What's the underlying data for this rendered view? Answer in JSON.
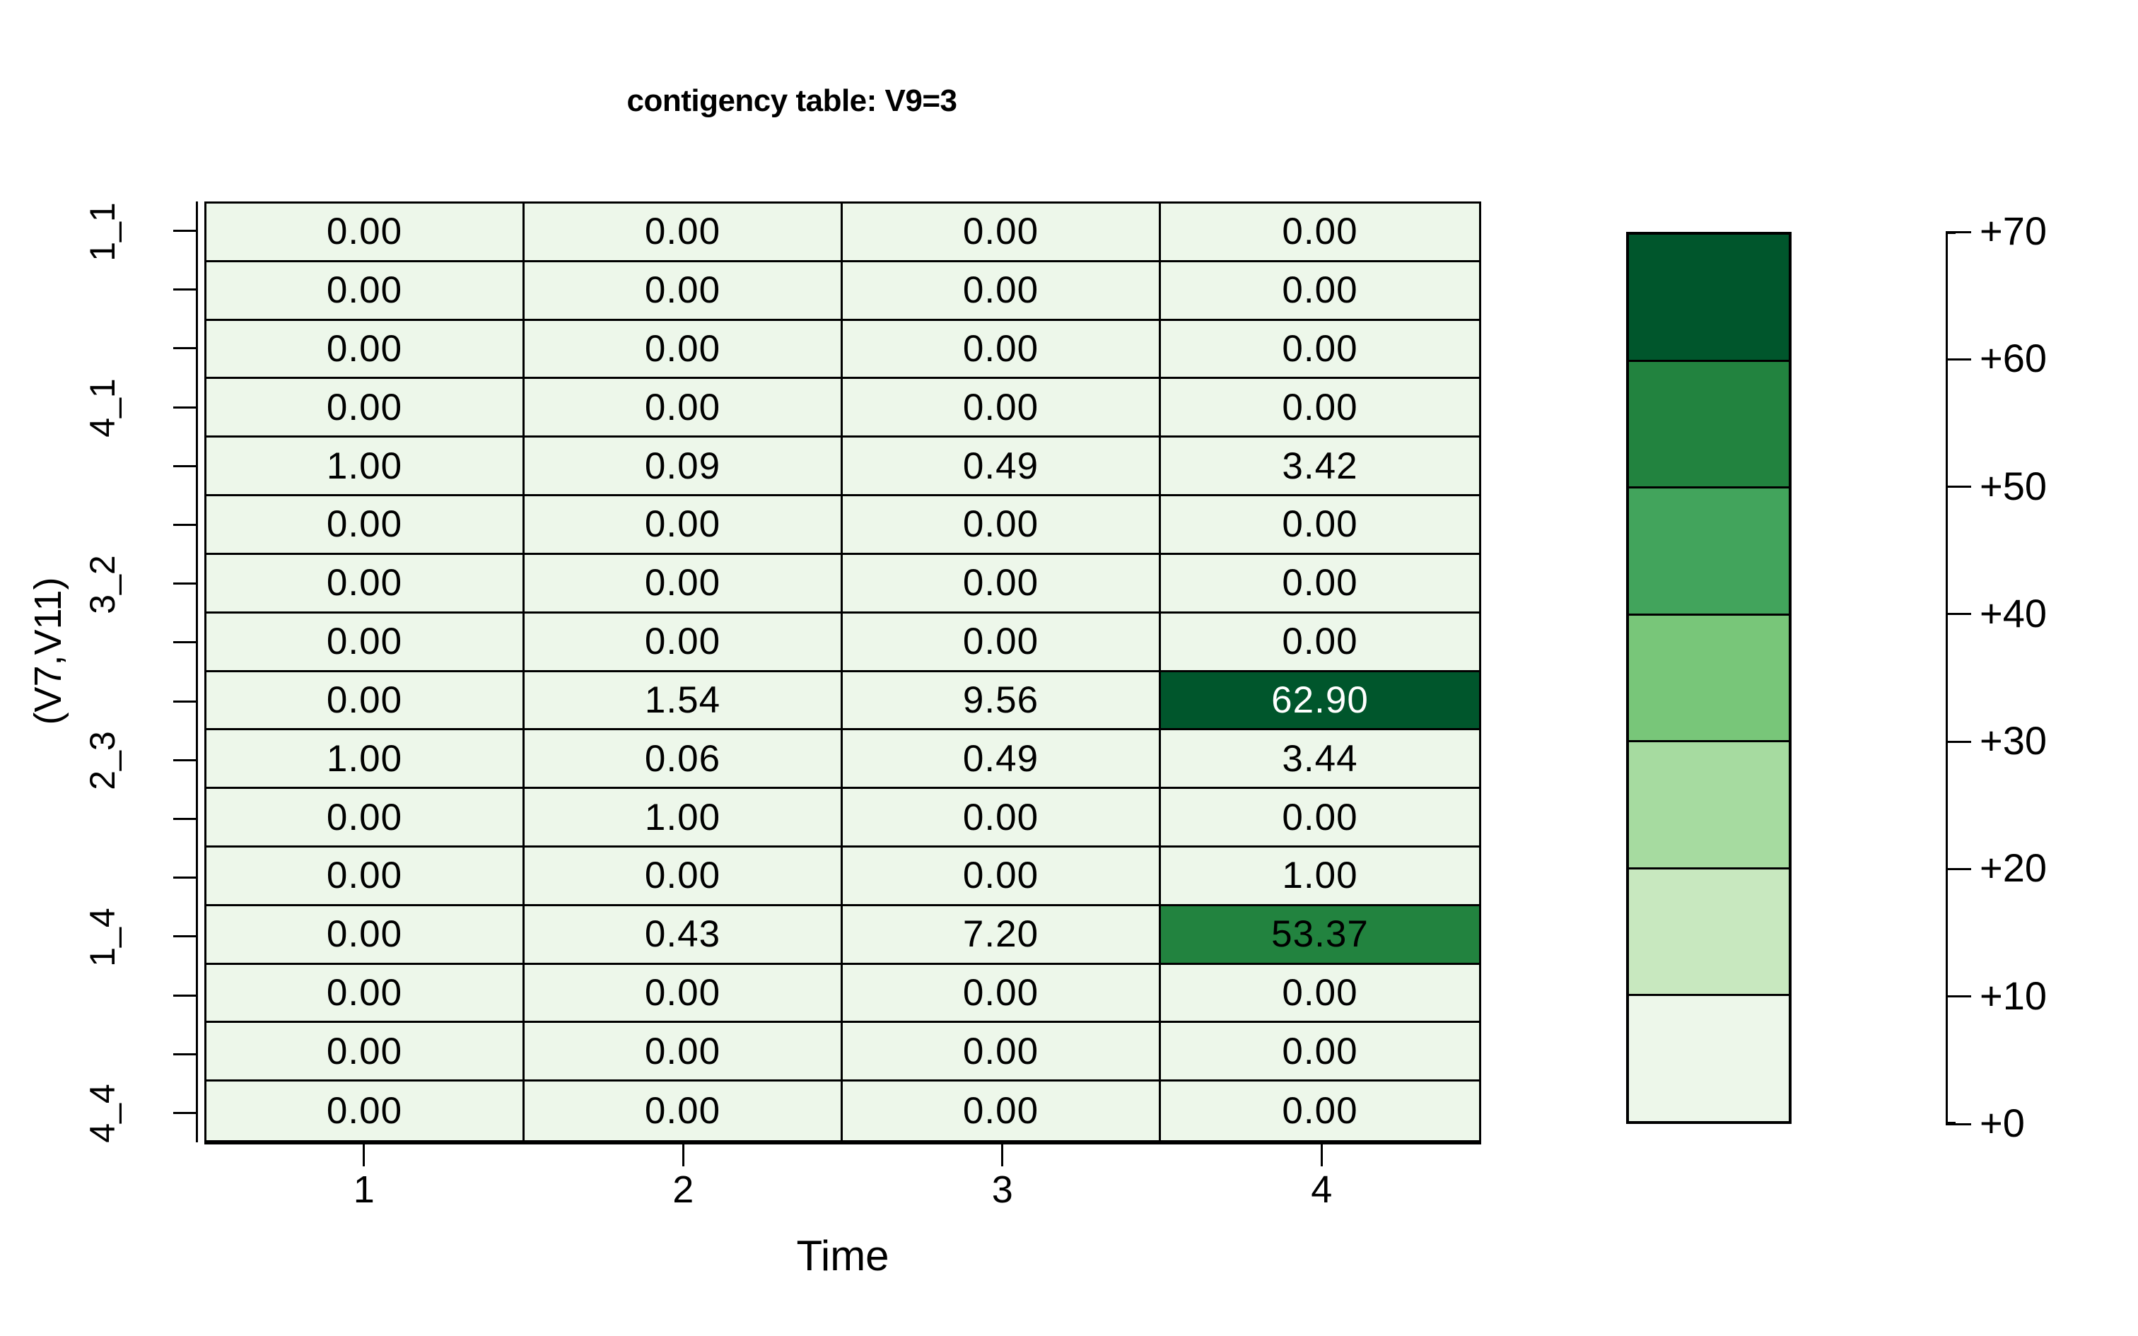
{
  "title": "contigency table: V9=3",
  "axes": {
    "x_title": "Time",
    "y_title": "(V7,V11)",
    "x_tick_labels": [
      "1",
      "2",
      "3",
      "4"
    ],
    "y_tick_labels_visible": [
      "1_1",
      "4_1",
      "3_2",
      "2_3",
      "1_4",
      "4_4"
    ]
  },
  "legend": {
    "tick_labels": [
      "+70",
      "+60",
      "+50",
      "+40",
      "+30",
      "+20",
      "+10",
      "+0"
    ],
    "band_colors": [
      "#00562c",
      "#22833f",
      "#42a45c",
      "#78c679",
      "#a6dba0",
      "#c8e8bf",
      "#edf7ea"
    ]
  },
  "colors": {
    "cell_lowest": "#edf7ea",
    "cell_mid_green": "#238b45",
    "cell_dark_green": "#00562c",
    "grid_line": "#000000",
    "text_dark": "#000000",
    "text_light": "#ffffff"
  },
  "chart_data": {
    "type": "heatmap",
    "title": "contigency table: V9=3",
    "xlabel": "Time",
    "ylabel": "(V7,V11)",
    "x_categories": [
      "1",
      "2",
      "3",
      "4"
    ],
    "y_categories": [
      "1_1",
      "1_1",
      "4_1",
      "4_1",
      "4_1",
      "3_2",
      "3_2",
      "3_2",
      "2_3",
      "2_3",
      "2_3",
      "1_4",
      "1_4",
      "1_4",
      "4_4",
      "4_4"
    ],
    "y_tick_labels": [
      "1_1",
      "4_1",
      "3_2",
      "2_3",
      "1_4",
      "4_4"
    ],
    "zlim": [
      0,
      70
    ],
    "legend_ticks": [
      0,
      10,
      20,
      30,
      40,
      50,
      60,
      70
    ],
    "legend_position": "right",
    "grid": true,
    "cell_label_format": "0.00",
    "values": [
      [
        0.0,
        0.0,
        0.0,
        0.0
      ],
      [
        0.0,
        0.0,
        0.0,
        0.0
      ],
      [
        0.0,
        0.0,
        0.0,
        0.0
      ],
      [
        0.0,
        0.0,
        0.0,
        0.0
      ],
      [
        1.0,
        0.09,
        0.49,
        3.42
      ],
      [
        0.0,
        0.0,
        0.0,
        0.0
      ],
      [
        0.0,
        0.0,
        0.0,
        0.0
      ],
      [
        0.0,
        0.0,
        0.0,
        0.0
      ],
      [
        0.0,
        1.54,
        9.56,
        62.9
      ],
      [
        1.0,
        0.06,
        0.49,
        3.44
      ],
      [
        0.0,
        1.0,
        0.0,
        0.0
      ],
      [
        0.0,
        0.0,
        0.0,
        1.0
      ],
      [
        0.0,
        0.43,
        7.2,
        53.37
      ],
      [
        0.0,
        0.0,
        0.0,
        0.0
      ],
      [
        0.0,
        0.0,
        0.0,
        0.0
      ],
      [
        0.0,
        0.0,
        0.0,
        0.0
      ]
    ],
    "labels": [
      [
        "0.00",
        "0.00",
        "0.00",
        "0.00"
      ],
      [
        "0.00",
        "0.00",
        "0.00",
        "0.00"
      ],
      [
        "0.00",
        "0.00",
        "0.00",
        "0.00"
      ],
      [
        "0.00",
        "0.00",
        "0.00",
        "0.00"
      ],
      [
        "1.00",
        "0.09",
        "0.49",
        "3.42"
      ],
      [
        "0.00",
        "0.00",
        "0.00",
        "0.00"
      ],
      [
        "0.00",
        "0.00",
        "0.00",
        "0.00"
      ],
      [
        "0.00",
        "0.00",
        "0.00",
        "0.00"
      ],
      [
        "0.00",
        "1.54",
        "9.56",
        "62.90"
      ],
      [
        "1.00",
        "0.06",
        "0.49",
        "3.44"
      ],
      [
        "0.00",
        "1.00",
        "0.00",
        "0.00"
      ],
      [
        "0.00",
        "0.00",
        "0.00",
        "1.00"
      ],
      [
        "0.00",
        "0.43",
        "7.20",
        "53.37"
      ],
      [
        "0.00",
        "0.00",
        "0.00",
        "0.00"
      ],
      [
        "0.00",
        "0.00",
        "0.00",
        "0.00"
      ],
      [
        "0.00",
        "0.00",
        "0.00",
        "0.00"
      ]
    ]
  }
}
